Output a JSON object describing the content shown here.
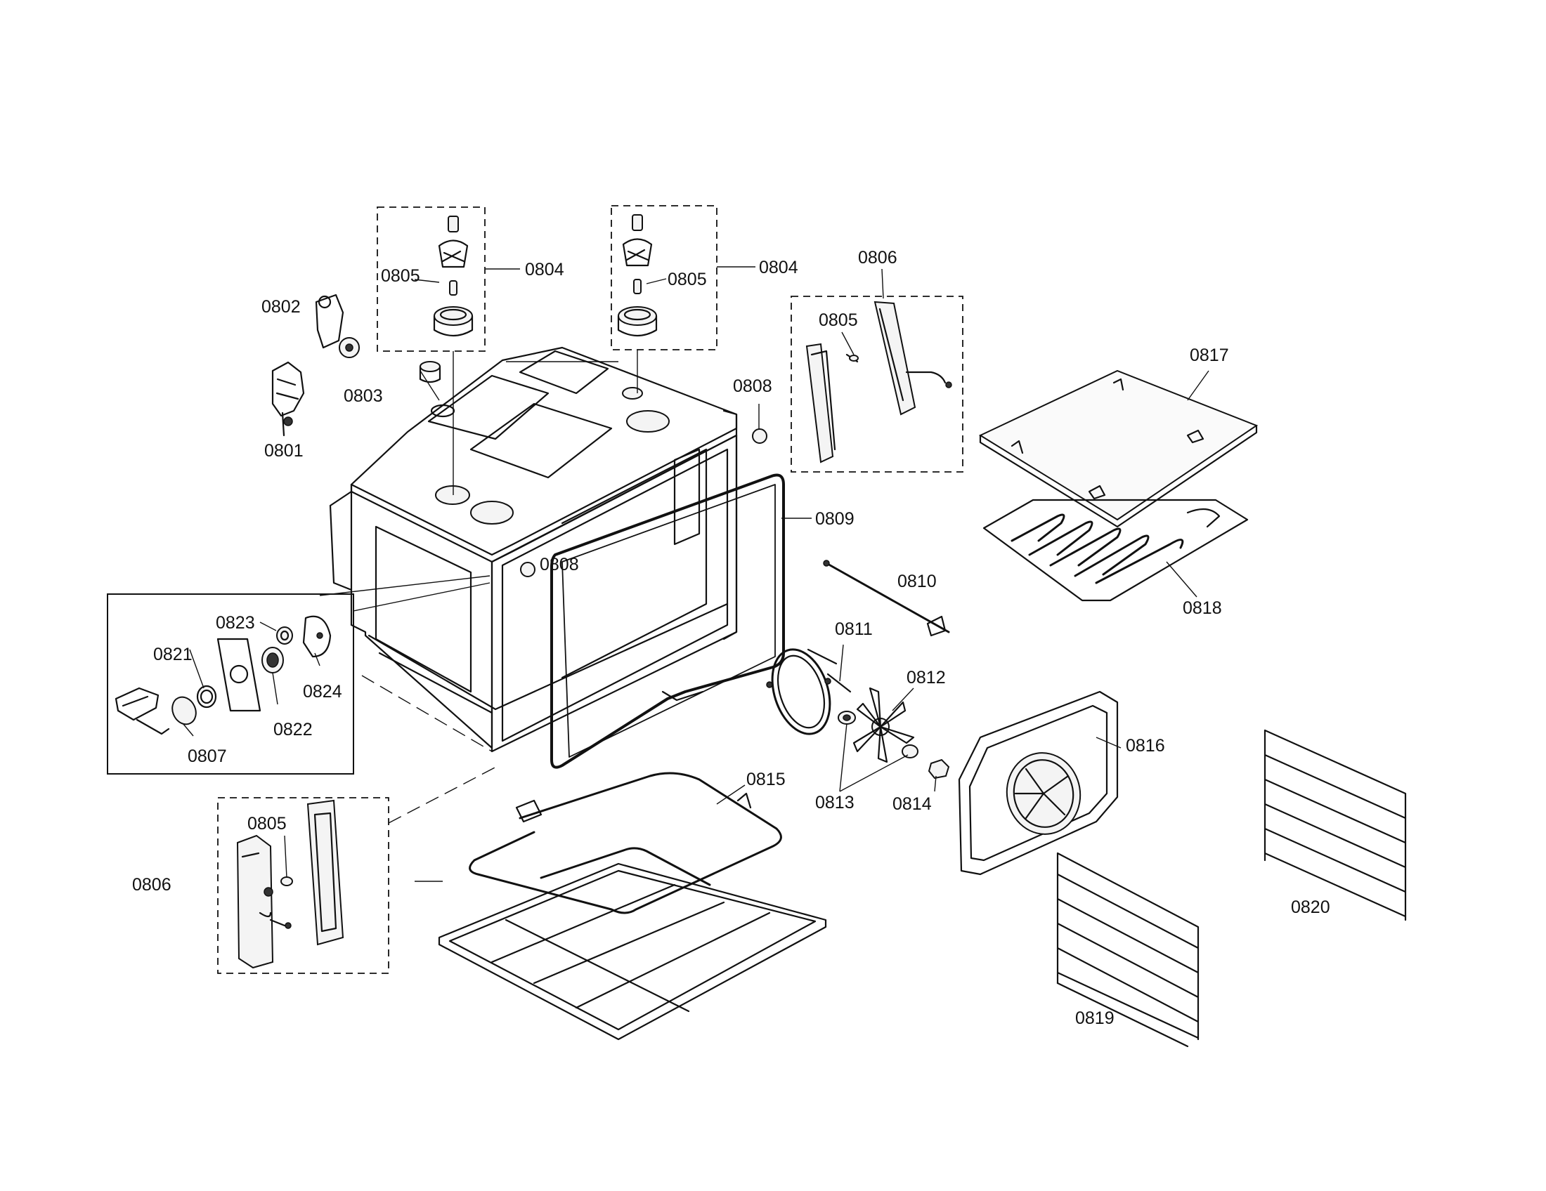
{
  "labels": {
    "p0801": "0801",
    "p0802": "0802",
    "p0803": "0803",
    "p0804a": "0804",
    "p0804b": "0804",
    "p0805a": "0805",
    "p0805b": "0805",
    "p0805c": "0805",
    "p0805d": "0805",
    "p0806a": "0806",
    "p0806b": "0806",
    "p0807": "0807",
    "p0808a": "0808",
    "p0808b": "0808",
    "p0809": "0809",
    "p0810": "0810",
    "p0811": "0811",
    "p0812": "0812",
    "p0813": "0813",
    "p0814": "0814",
    "p0815": "0815",
    "p0816": "0816",
    "p0817": "0817",
    "p0818": "0818",
    "p0819": "0819",
    "p0820": "0820",
    "p0821": "0821",
    "p0822": "0822",
    "p0823": "0823",
    "p0824": "0824"
  }
}
